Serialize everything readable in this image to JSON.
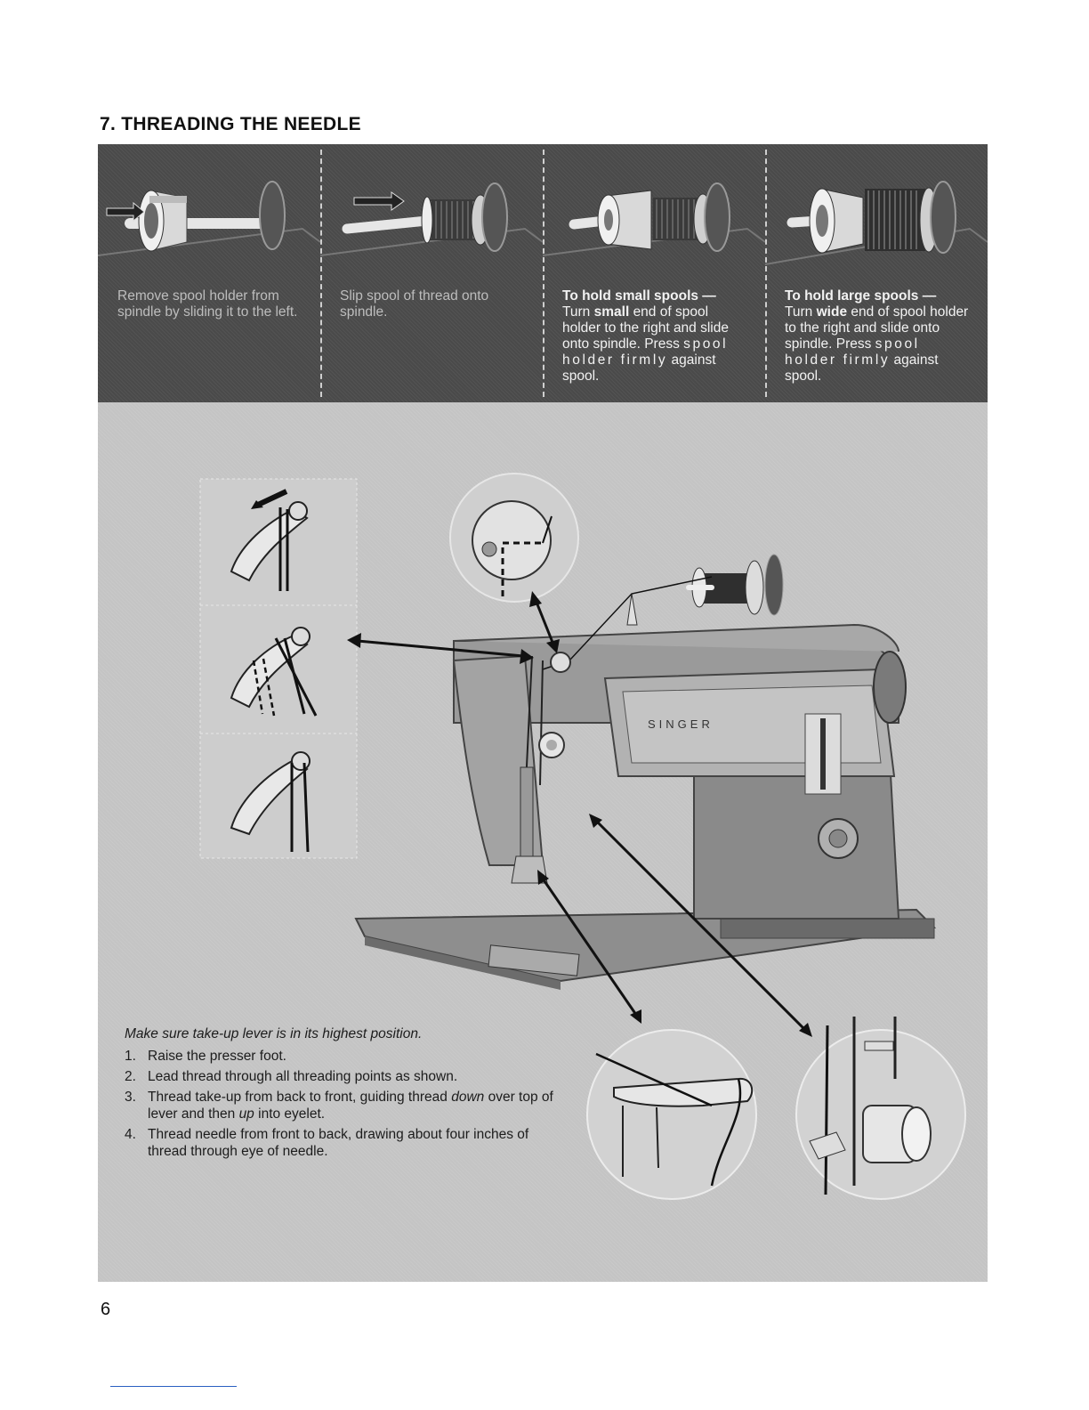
{
  "page": {
    "title": "7. THREADING THE NEEDLE",
    "page_number": "6"
  },
  "spool_panels": [
    {
      "text": "Remove spool holder from spindle by sliding it to the left."
    },
    {
      "text": "Slip spool of thread onto spindle."
    },
    {
      "lead": "To hold small spools —",
      "line1": "Turn",
      "emph": "small",
      "line1_rest": "end of spool holder to the right and slide onto spindle. Press",
      "spaced": "spool holder firmly",
      "tail": "against spool."
    },
    {
      "lead": "To hold large spools —",
      "line1": "Turn",
      "emph": "wide",
      "line1_rest": "end of spool holder to the right and slide onto spindle. Press",
      "spaced": "spool holder firmly",
      "tail": "against spool."
    }
  ],
  "machine": {
    "brand": "SINGER"
  },
  "instructions": {
    "note": "Make sure take-up lever is in its highest position.",
    "steps": [
      {
        "num": "1.",
        "text": "Raise the presser foot."
      },
      {
        "num": "2.",
        "text": "Lead thread through all threading points as shown."
      },
      {
        "num": "3.",
        "pre": "Thread take-up from back to front, guiding thread",
        "em1": "down",
        "mid": "over top of lever and then",
        "em2": "up",
        "post": "into eyelet."
      },
      {
        "num": "4.",
        "text": "Thread needle from front to back, drawing about four inches of thread through eye of needle."
      }
    ]
  }
}
